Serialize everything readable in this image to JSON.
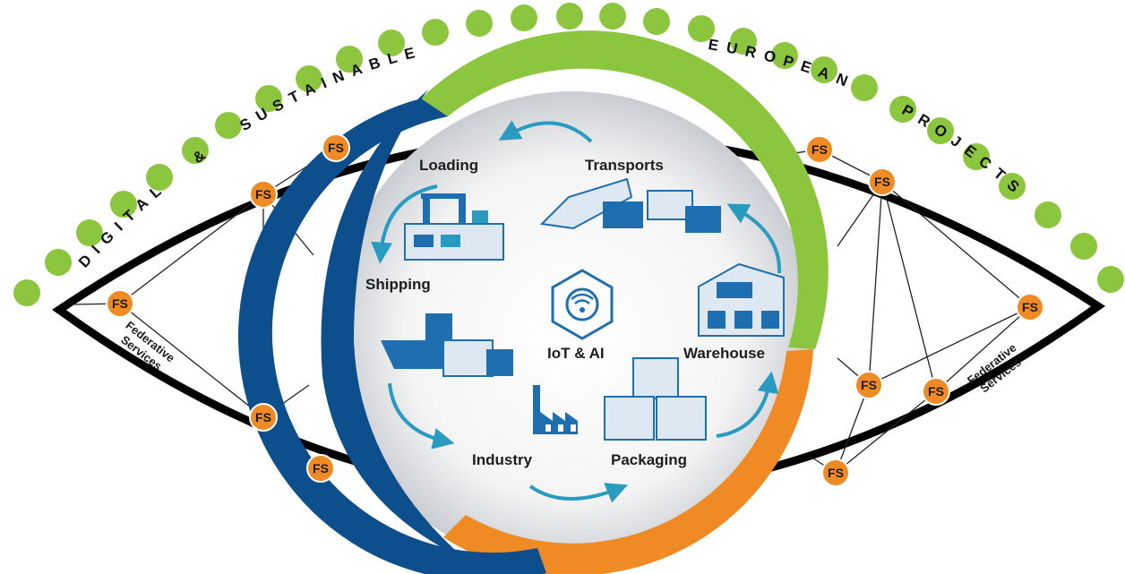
{
  "arc_words": {
    "digital": "DIGITAL",
    "amp": "&",
    "sustainable": "SUSTAINABLE",
    "european": "EUROPEAN",
    "projects": "PROJECTS"
  },
  "node_label": "FS",
  "federative": {
    "line1": "Federative",
    "line2": "Services"
  },
  "stages": {
    "loading": "Loading",
    "transports": "Transports",
    "shipping": "Shipping",
    "iot_ai": "IoT & AI",
    "warehouse": "Warehouse",
    "industry": "Industry",
    "packaging": "Packaging"
  },
  "colors": {
    "dot_green": "#8cc63f",
    "fs_orange": "#f08a24",
    "ring_blue": "#0d4f8c",
    "ring_green": "#8cc63f",
    "ring_orange": "#f08a24",
    "arrow_teal": "#2a9bc0",
    "icon_blue": "#1f6fb0"
  }
}
